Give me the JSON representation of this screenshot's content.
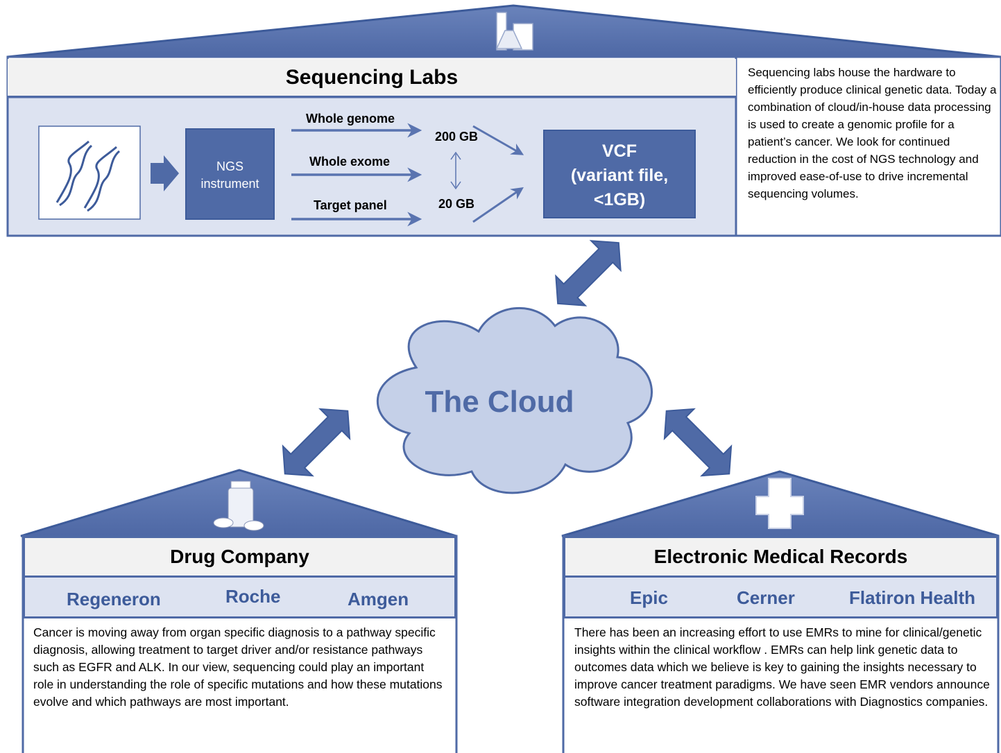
{
  "sequencing_labs": {
    "title": "Sequencing Labs",
    "description": "Sequencing labs house the hardware  to efficiently produce clinical genetic data. Today a combination of cloud/in-house data processing is used to create a genomic profile for a patient’s cancer. We look for continued reduction in the cost of NGS technology and improved ease-of-use to drive incremental sequencing volumes.",
    "ngs_line1": "NGS",
    "ngs_line2": "instrument",
    "flows": {
      "whole_genome": "Whole genome",
      "whole_exome": "Whole exome",
      "target_panel": "Target panel",
      "size_large": "200 GB",
      "size_small": "20 GB"
    },
    "vcf_line1": "VCF",
    "vcf_line2": "(variant file,",
    "vcf_line3": "<1GB)"
  },
  "cloud": {
    "label": "The Cloud"
  },
  "drug_company": {
    "title": "Drug Company",
    "companies": [
      "Regeneron",
      "Roche",
      "Amgen"
    ],
    "description": "Cancer is moving away from organ specific diagnosis to a pathway specific diagnosis, allowing treatment to target driver and/or resistance pathways such as EGFR and ALK. In our view, sequencing could play an important role in understanding the role of specific mutations and how these mutations evolve and which pathways are most important."
  },
  "emr": {
    "title": "Electronic Medical Records",
    "companies": [
      "Epic",
      "Cerner",
      "Flatiron Health"
    ],
    "description": "There has been an increasing effort to use EMRs to mine for clinical/genetic insights within the clinical workflow . EMRs can help link genetic data to outcomes data which we believe is key to gaining the insights necessary to improve  cancer treatment paradigms. We have seen EMR vendors announce software integration development collaborations with Diagnostics companies."
  },
  "icons": [
    "lab-flask-icon",
    "dna-helix-icon",
    "pill-bottle-icon",
    "medical-cross-icon"
  ],
  "colors": {
    "accent": "#4f6aa6",
    "accent_dark": "#3d5b9a",
    "panel_light": "#dde3f1",
    "cloud_fill": "#c5d0e8",
    "title_bg": "#f2f2f2"
  }
}
